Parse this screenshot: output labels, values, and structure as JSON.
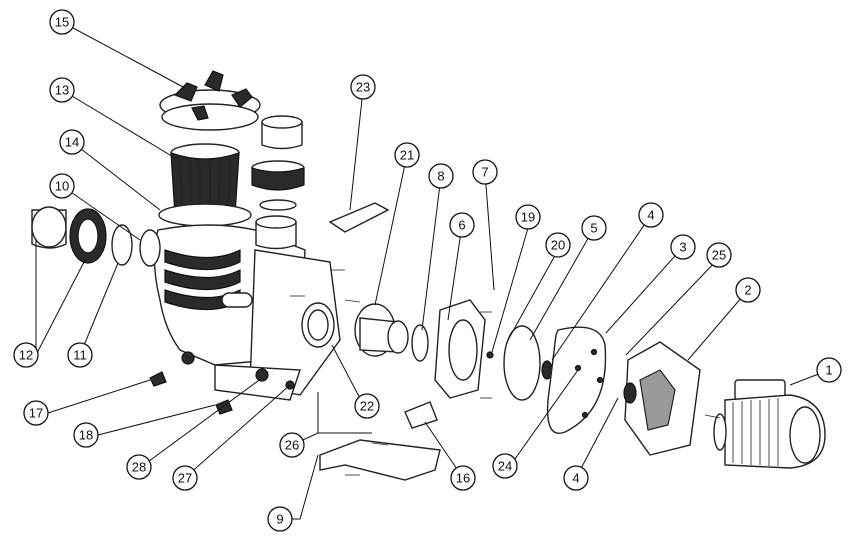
{
  "callouts": [
    {
      "id": "1",
      "label": "1"
    },
    {
      "id": "2",
      "label": "2"
    },
    {
      "id": "3",
      "label": "3"
    },
    {
      "id": "4a",
      "label": "4"
    },
    {
      "id": "4b",
      "label": "4"
    },
    {
      "id": "5",
      "label": "5"
    },
    {
      "id": "6",
      "label": "6"
    },
    {
      "id": "7",
      "label": "7"
    },
    {
      "id": "8",
      "label": "8"
    },
    {
      "id": "9",
      "label": "9"
    },
    {
      "id": "10",
      "label": "10"
    },
    {
      "id": "11",
      "label": "11"
    },
    {
      "id": "12",
      "label": "12"
    },
    {
      "id": "13",
      "label": "13"
    },
    {
      "id": "14",
      "label": "14"
    },
    {
      "id": "15",
      "label": "15"
    },
    {
      "id": "16",
      "label": "16"
    },
    {
      "id": "17",
      "label": "17"
    },
    {
      "id": "18",
      "label": "18"
    },
    {
      "id": "19",
      "label": "19"
    },
    {
      "id": "20",
      "label": "20"
    },
    {
      "id": "21",
      "label": "21"
    },
    {
      "id": "22",
      "label": "22"
    },
    {
      "id": "23",
      "label": "23"
    },
    {
      "id": "24",
      "label": "24"
    },
    {
      "id": "25",
      "label": "25"
    },
    {
      "id": "26",
      "label": "26"
    },
    {
      "id": "27",
      "label": "27"
    },
    {
      "id": "28",
      "label": "28"
    }
  ]
}
